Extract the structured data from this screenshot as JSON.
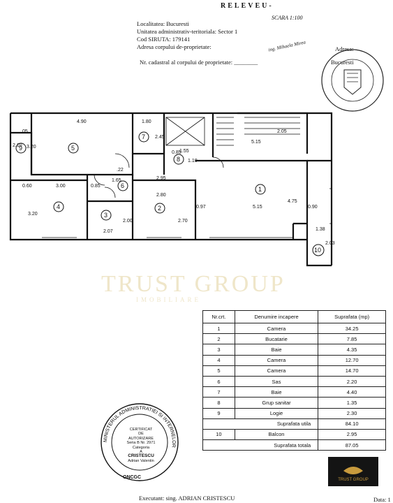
{
  "header": {
    "title": "RELEVEU-",
    "scale": "SCARA 1:100",
    "lines": [
      "Localitatea: Bucuresti",
      "Unitatea administrativ-teritoriala: Sector 1",
      "Cod SIRUTA: 179141",
      "Adresa corpului de-proprietate:",
      "Nr. cadastral al corpului de proprietate: ________"
    ],
    "right_address": "Adresa:",
    "right_city": "Bucuresti",
    "signature": "ing. Mihaela Mirea"
  },
  "plan": {
    "rooms": [
      "1",
      "2",
      "3",
      "4",
      "5",
      "6",
      "7",
      "8",
      "9",
      "10"
    ],
    "dimensions": [
      "4.90",
      "1.80",
      "2.45",
      "2.05",
      "3.20",
      "2.10",
      ".05",
      "0.85",
      "1.55",
      "1.10",
      "5.15",
      "4.75",
      "2.95",
      "2.80",
      "1.65",
      ".22",
      "0.60",
      "3.00",
      "0.85",
      "3.20",
      "2.00",
      "2.07",
      "2.70",
      "0.97",
      "5.15",
      "0.90",
      "1.38",
      "2.03"
    ]
  },
  "table": {
    "headers": [
      "Nr.crt.",
      "Denumire incapere",
      "Suprafata (mp)"
    ],
    "rows": [
      {
        "nr": "1",
        "name": "Camera",
        "area": "34.25"
      },
      {
        "nr": "2",
        "name": "Bucatarie",
        "area": "7.85"
      },
      {
        "nr": "3",
        "name": "Baie",
        "area": "4.35"
      },
      {
        "nr": "4",
        "name": "Camera",
        "area": "12.70"
      },
      {
        "nr": "5",
        "name": "Camera",
        "area": "14.70"
      },
      {
        "nr": "6",
        "name": "Sas",
        "area": "2.20"
      },
      {
        "nr": "7",
        "name": "Baie",
        "area": "4.40"
      },
      {
        "nr": "8",
        "name": "Grup sanitar",
        "area": "1.35"
      },
      {
        "nr": "9",
        "name": "Logie",
        "area": "2.30"
      }
    ],
    "util_label": "Suprafata utila",
    "util_value": "84.10",
    "balcon": {
      "nr": "10",
      "name": "Balcon",
      "area": "2.95"
    },
    "total_label": "Suprafata totala",
    "total_value": "87.05"
  },
  "stamp": {
    "ring": "MINISTERUL ADMINISTRATIEI SI INTERNELOR",
    "lines": [
      "CERTIFICAT",
      "DE",
      "AUTORIZARE",
      "Seria B Nr. 2971",
      "Categoria",
      "A",
      "CRISTESCU",
      "Adrian Valentin"
    ],
    "bottom": "ONCGC"
  },
  "watermark": {
    "main": "TRUST GROUP",
    "sub": "IMOBILIARE"
  },
  "logo": {
    "text": "TRUST GROUP"
  },
  "footer": {
    "executant": "Executant:  sing. ADRIAN CRISTESCU",
    "date": "Data: 1"
  }
}
